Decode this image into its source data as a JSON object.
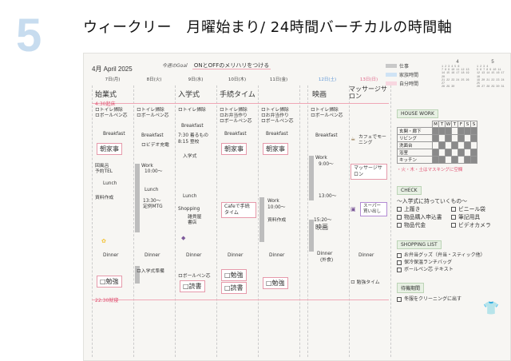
{
  "heading": {
    "number": "5",
    "title": "ウィークリー　月曜始まり/ 24時間バーチカルの時間軸"
  },
  "planner": {
    "month_label": "4月 April 2025",
    "goal": {
      "prefix": "今週のGoal",
      "text": "ONとOFFのメリハリをつける"
    },
    "legend": [
      {
        "label": "仕事",
        "color": "#c9c9c9"
      },
      {
        "label": "家族時間",
        "color": "#cfe3f5"
      },
      {
        "label": "自分時間",
        "color": "#f8d7e0"
      }
    ],
    "calendars": [
      {
        "month": "4",
        "rows": [
          "1 2 3 4 5 6",
          "7 8 9 10 11 12 13",
          "14 15 16 17 18 19 20",
          "21 22 23 24 25 26 27",
          "28 29 30"
        ]
      },
      {
        "month": "5",
        "rows": [
          "1 2 3 4",
          "5 6 7 8 9 10 11",
          "12 13 14 15 16 17 18",
          "19 20 21 22 23 24 25",
          "26 27 28 29 30 31"
        ]
      }
    ],
    "days": [
      "7日(月)",
      "8日(火)",
      "9日(水)",
      "10日(木)",
      "11日(金)",
      "12日(土)",
      "13日(日)"
    ],
    "events": [
      "始業式",
      "入学式",
      "手続タイム",
      "映画",
      "マッサージサロン"
    ],
    "notes": {
      "mon": [
        "ロトイレ掃除",
        "ロボールペン芯",
        "Breakfast",
        "朝家事",
        "回風呂",
        "予約TEL",
        "Lunch",
        "資料作成",
        "Dinner",
        "□勉強"
      ],
      "tue": [
        "ロトイレ掃除",
        "ロボールペン芯",
        "Breakfast",
        "ロビデオ充電",
        "Work",
        "10:00〜",
        "Lunch",
        "13:30〜",
        "定例MTG",
        "Dinner",
        "ロ入学式準備"
      ],
      "wed": [
        "ロトイレ掃除",
        "Breakfast",
        "7:30 着るもの",
        "8:15 登校",
        "入学式",
        "Lunch",
        "Shopping",
        "雑貨屋",
        "書店",
        "Dinner",
        "ロボールペン芯",
        "□読書"
      ],
      "thu": [
        "ロトイレ掃除",
        "ロお弁当作り",
        "ロボールペン芯",
        "Breakfast",
        "朝家事",
        "Cafeで手続タイム",
        "Dinner",
        "□勉強",
        "□読書"
      ],
      "fri": [
        "ロトイレ掃除",
        "ロお弁当作り",
        "ロボールペン芯",
        "Breakfast",
        "朝家事",
        "Work",
        "10:00〜",
        "資料作成",
        "Dinner",
        "□勉強"
      ],
      "sat": [
        "ロトイレ掃除",
        "ロボールペン芯",
        "Breakfast",
        "Work",
        "9:00〜",
        "13:00〜",
        "15:20〜",
        "映画",
        "Dinner",
        "(外食)"
      ],
      "sun": [
        "カフェでモーニング",
        "マッサージサロン",
        "スーパー買い出し",
        "Dinner",
        "ロ 勉強タイム"
      ]
    },
    "bedtime_label": "22:30就寝",
    "wake_label": "4:30起床",
    "sidebar": {
      "house_work_tag": "HOUSE WORK",
      "habit_header": [
        "M",
        "T",
        "W",
        "T",
        "F",
        "S",
        "S"
      ],
      "habit_rows": [
        "玄関・廊下",
        "リビング",
        "洗面台",
        "浴室",
        "キッチン"
      ],
      "habit_fill": [
        [
          1,
          1,
          1,
          0,
          1,
          1,
          1
        ],
        [
          1,
          0,
          1,
          0,
          1,
          0,
          1
        ],
        [
          0,
          1,
          0,
          1,
          0,
          1,
          0
        ],
        [
          1,
          0,
          1,
          0,
          1,
          0,
          1
        ],
        [
          1,
          1,
          0,
          1,
          0,
          1,
          1
        ]
      ],
      "habit_note": "・火・木・土はマスキングに空欄",
      "check_tag": "CHECK",
      "check_title": "〜入学式に持っていくもの〜",
      "check_items": [
        "上履き",
        "ビニール袋",
        "物品購入申込書",
        "筆記用具",
        "ビデオカメラ",
        "物品代金"
      ],
      "shopping_tag": "SHOPPING LIST",
      "shopping_items": [
        "お弁当グッズ（弁当・スティック他）",
        "保冷保温ランチバッグ",
        "ボールペン芯 テキスト"
      ],
      "todo_tag": "待機期間",
      "todo_items": [
        "冬服をクリーニングに出す"
      ]
    }
  }
}
